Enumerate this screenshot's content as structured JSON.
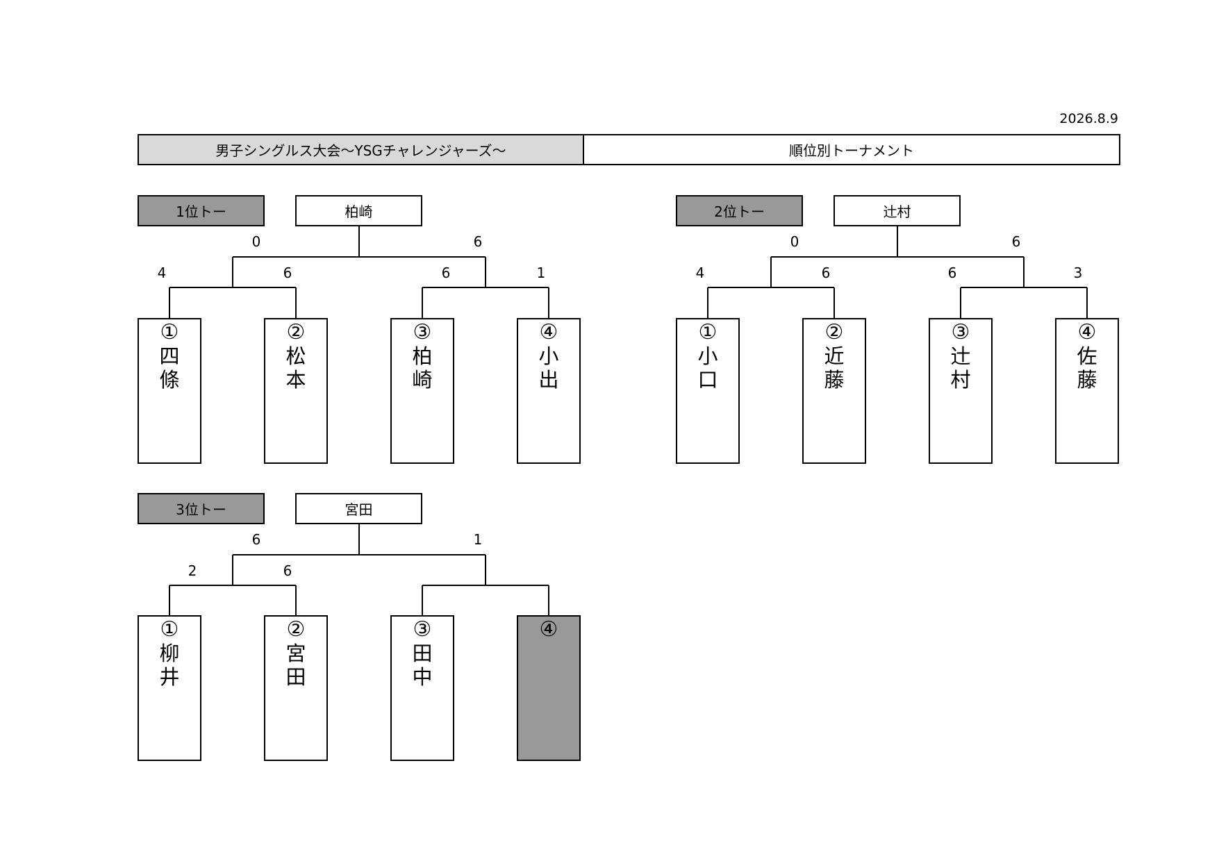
{
  "date": "2026.8.9",
  "header": {
    "event_title": "男子シングルス大会～YSGチャレンジャーズ～",
    "subtitle": "順位別トーナメント"
  },
  "brackets": [
    {
      "label": "1位トー",
      "winner": "柏崎",
      "final_scores": [
        "0",
        "6"
      ],
      "semi_scores": [
        "4",
        "6",
        "6",
        "1"
      ],
      "players": [
        {
          "seed": "①",
          "name": [
            "四",
            "條"
          ],
          "empty": false
        },
        {
          "seed": "②",
          "name": [
            "松",
            "本"
          ],
          "empty": false
        },
        {
          "seed": "③",
          "name": [
            "柏",
            "崎"
          ],
          "empty": false
        },
        {
          "seed": "④",
          "name": [
            "小",
            "出"
          ],
          "empty": false
        }
      ]
    },
    {
      "label": "2位トー",
      "winner": "辻村",
      "final_scores": [
        "0",
        "6"
      ],
      "semi_scores": [
        "4",
        "6",
        "6",
        "3"
      ],
      "players": [
        {
          "seed": "①",
          "name": [
            "小",
            "口"
          ],
          "empty": false
        },
        {
          "seed": "②",
          "name": [
            "近",
            "藤"
          ],
          "empty": false
        },
        {
          "seed": "③",
          "name": [
            "辻",
            "村"
          ],
          "empty": false
        },
        {
          "seed": "④",
          "name": [
            "佐",
            "藤"
          ],
          "empty": false
        }
      ]
    },
    {
      "label": "3位トー",
      "winner": "宮田",
      "final_scores": [
        "6",
        "1"
      ],
      "semi_scores": [
        "2",
        "6",
        "",
        ""
      ],
      "players": [
        {
          "seed": "①",
          "name": [
            "柳",
            "井"
          ],
          "empty": false
        },
        {
          "seed": "②",
          "name": [
            "宮",
            "田"
          ],
          "empty": false
        },
        {
          "seed": "③",
          "name": [
            "田",
            "中"
          ],
          "empty": false
        },
        {
          "seed": "④",
          "name": [
            "",
            ""
          ],
          "empty": true
        }
      ]
    }
  ]
}
